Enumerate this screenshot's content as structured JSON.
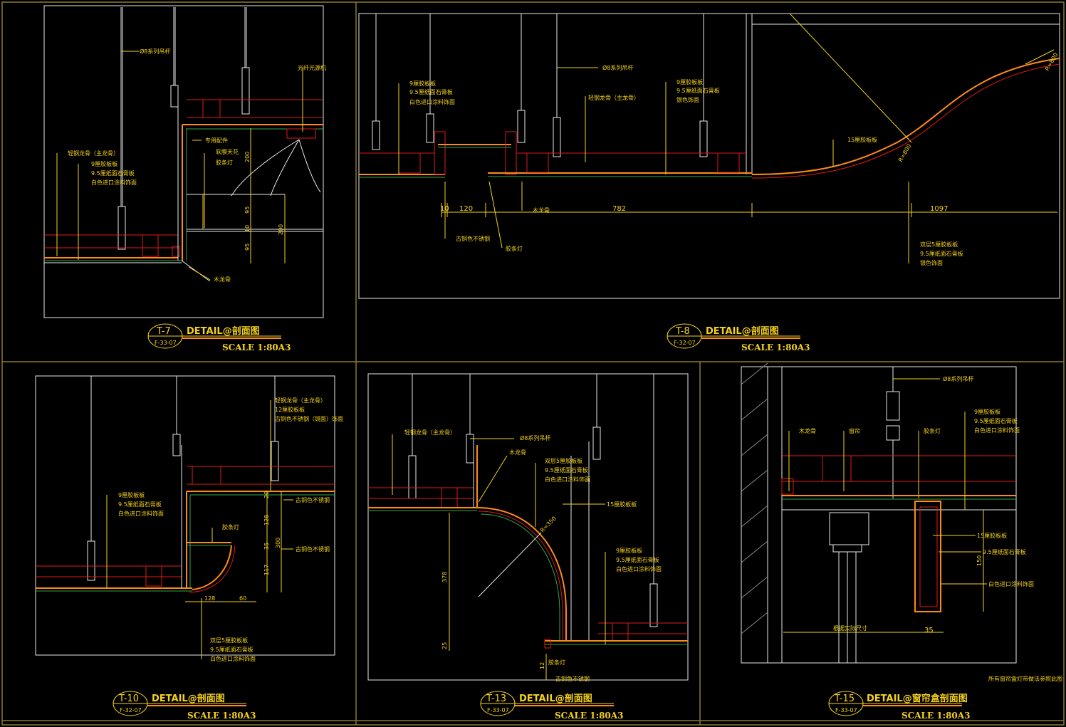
{
  "panels": [
    {
      "id": "T-7",
      "code": "T-7",
      "sheet": "F-33-07",
      "title": "DETAIL@剖面图",
      "scale": "SCALE 1:80A3",
      "labels": [
        "Ø8系列吊杆",
        "光纤光源机",
        "专用配件",
        "轻钢龙骨（主龙骨）",
        "9厘胶板板",
        "9.5厘纸面石膏板",
        "白色进口涂料饰面",
        "软膜天花",
        "胶条灯",
        "木龙骨"
      ],
      "dims": [
        "200",
        "95",
        "10",
        "95",
        "200"
      ]
    },
    {
      "id": "T-8",
      "code": "T-8",
      "sheet": "F-32-07",
      "title": "DETAIL@剖面图",
      "scale": "SCALE 1:80A3",
      "labels": [
        "Ø8系列吊杆",
        "9厘胶板板",
        "9.5厘纸面石膏板",
        "白色进口涂料饰面",
        "轻钢龙骨（主龙骨）",
        "9厘胶板板",
        "9.5厘纸面石膏板",
        "银色饰面",
        "15厘胶板板",
        "木龙骨",
        "古铜色不锈钢",
        "胶条灯",
        "双层5厘胶板板",
        "9.5厘纸面石膏板",
        "银色饰面"
      ],
      "dims": [
        "10",
        "120",
        "782",
        "1097",
        "R=800",
        "R=800"
      ]
    },
    {
      "id": "T-10",
      "code": "T-10",
      "sheet": "F-32-07",
      "title": "DETAIL@剖面图",
      "scale": "SCALE 1:80A3",
      "labels": [
        "轻钢龙骨（主龙骨）",
        "12厘胶板板",
        "古铜色不锈钢（镜面）饰面",
        "9厘胶板板",
        "9.5厘纸面石膏板",
        "白色进口涂料饰面",
        "古铜色不锈钢",
        "胶条灯",
        "古铜色不锈钢",
        "双层5厘胶板板",
        "9.5厘纸面石膏板",
        "白色进口涂料饰面"
      ],
      "dims": [
        "20",
        "128",
        "35",
        "300",
        "117",
        "128",
        "60"
      ]
    },
    {
      "id": "T-13",
      "code": "T-13",
      "sheet": "F-33-07",
      "title": "DETAIL@剖面图",
      "scale": "SCALE 1:80A3",
      "labels": [
        "轻钢龙骨（主龙骨）",
        "Ø8系列吊杆",
        "木龙骨",
        "双层5厘胶板板",
        "9.5厘纸面石膏板",
        "白色进口涂料饰面",
        "15厘胶板板",
        "9厘胶板板",
        "9.5厘纸面石膏板",
        "白色进口涂料饰面",
        "胶条灯",
        "古铜色不锈钢"
      ],
      "dims": [
        "378",
        "25",
        "R=350",
        "12"
      ]
    },
    {
      "id": "T-15",
      "code": "T-15",
      "sheet": "F-33-07",
      "title": "DETAIL@窗帘盒剖面图",
      "scale": "SCALE 1:80A3",
      "labels": [
        "Ø8系列吊杆",
        "木龙骨",
        "窗帘",
        "胶条灯",
        "9厘胶板板",
        "9.5厘纸面石膏板",
        "白色进口涂料饰面",
        "15厘胶板板",
        "9.5厘纸面石膏板",
        "白色进口涂料饰面",
        "根据实际尺寸"
      ],
      "dims": [
        "150",
        "35"
      ],
      "note": "所有窗帘盒灯带做法参照此图"
    }
  ],
  "colors": {
    "background": "#000000",
    "annotation": "#f5d21c",
    "frame": "#e8e8e8",
    "line_red": "#e01818",
    "line_orange": "#ff8a1a",
    "border": "#8c7a28"
  }
}
